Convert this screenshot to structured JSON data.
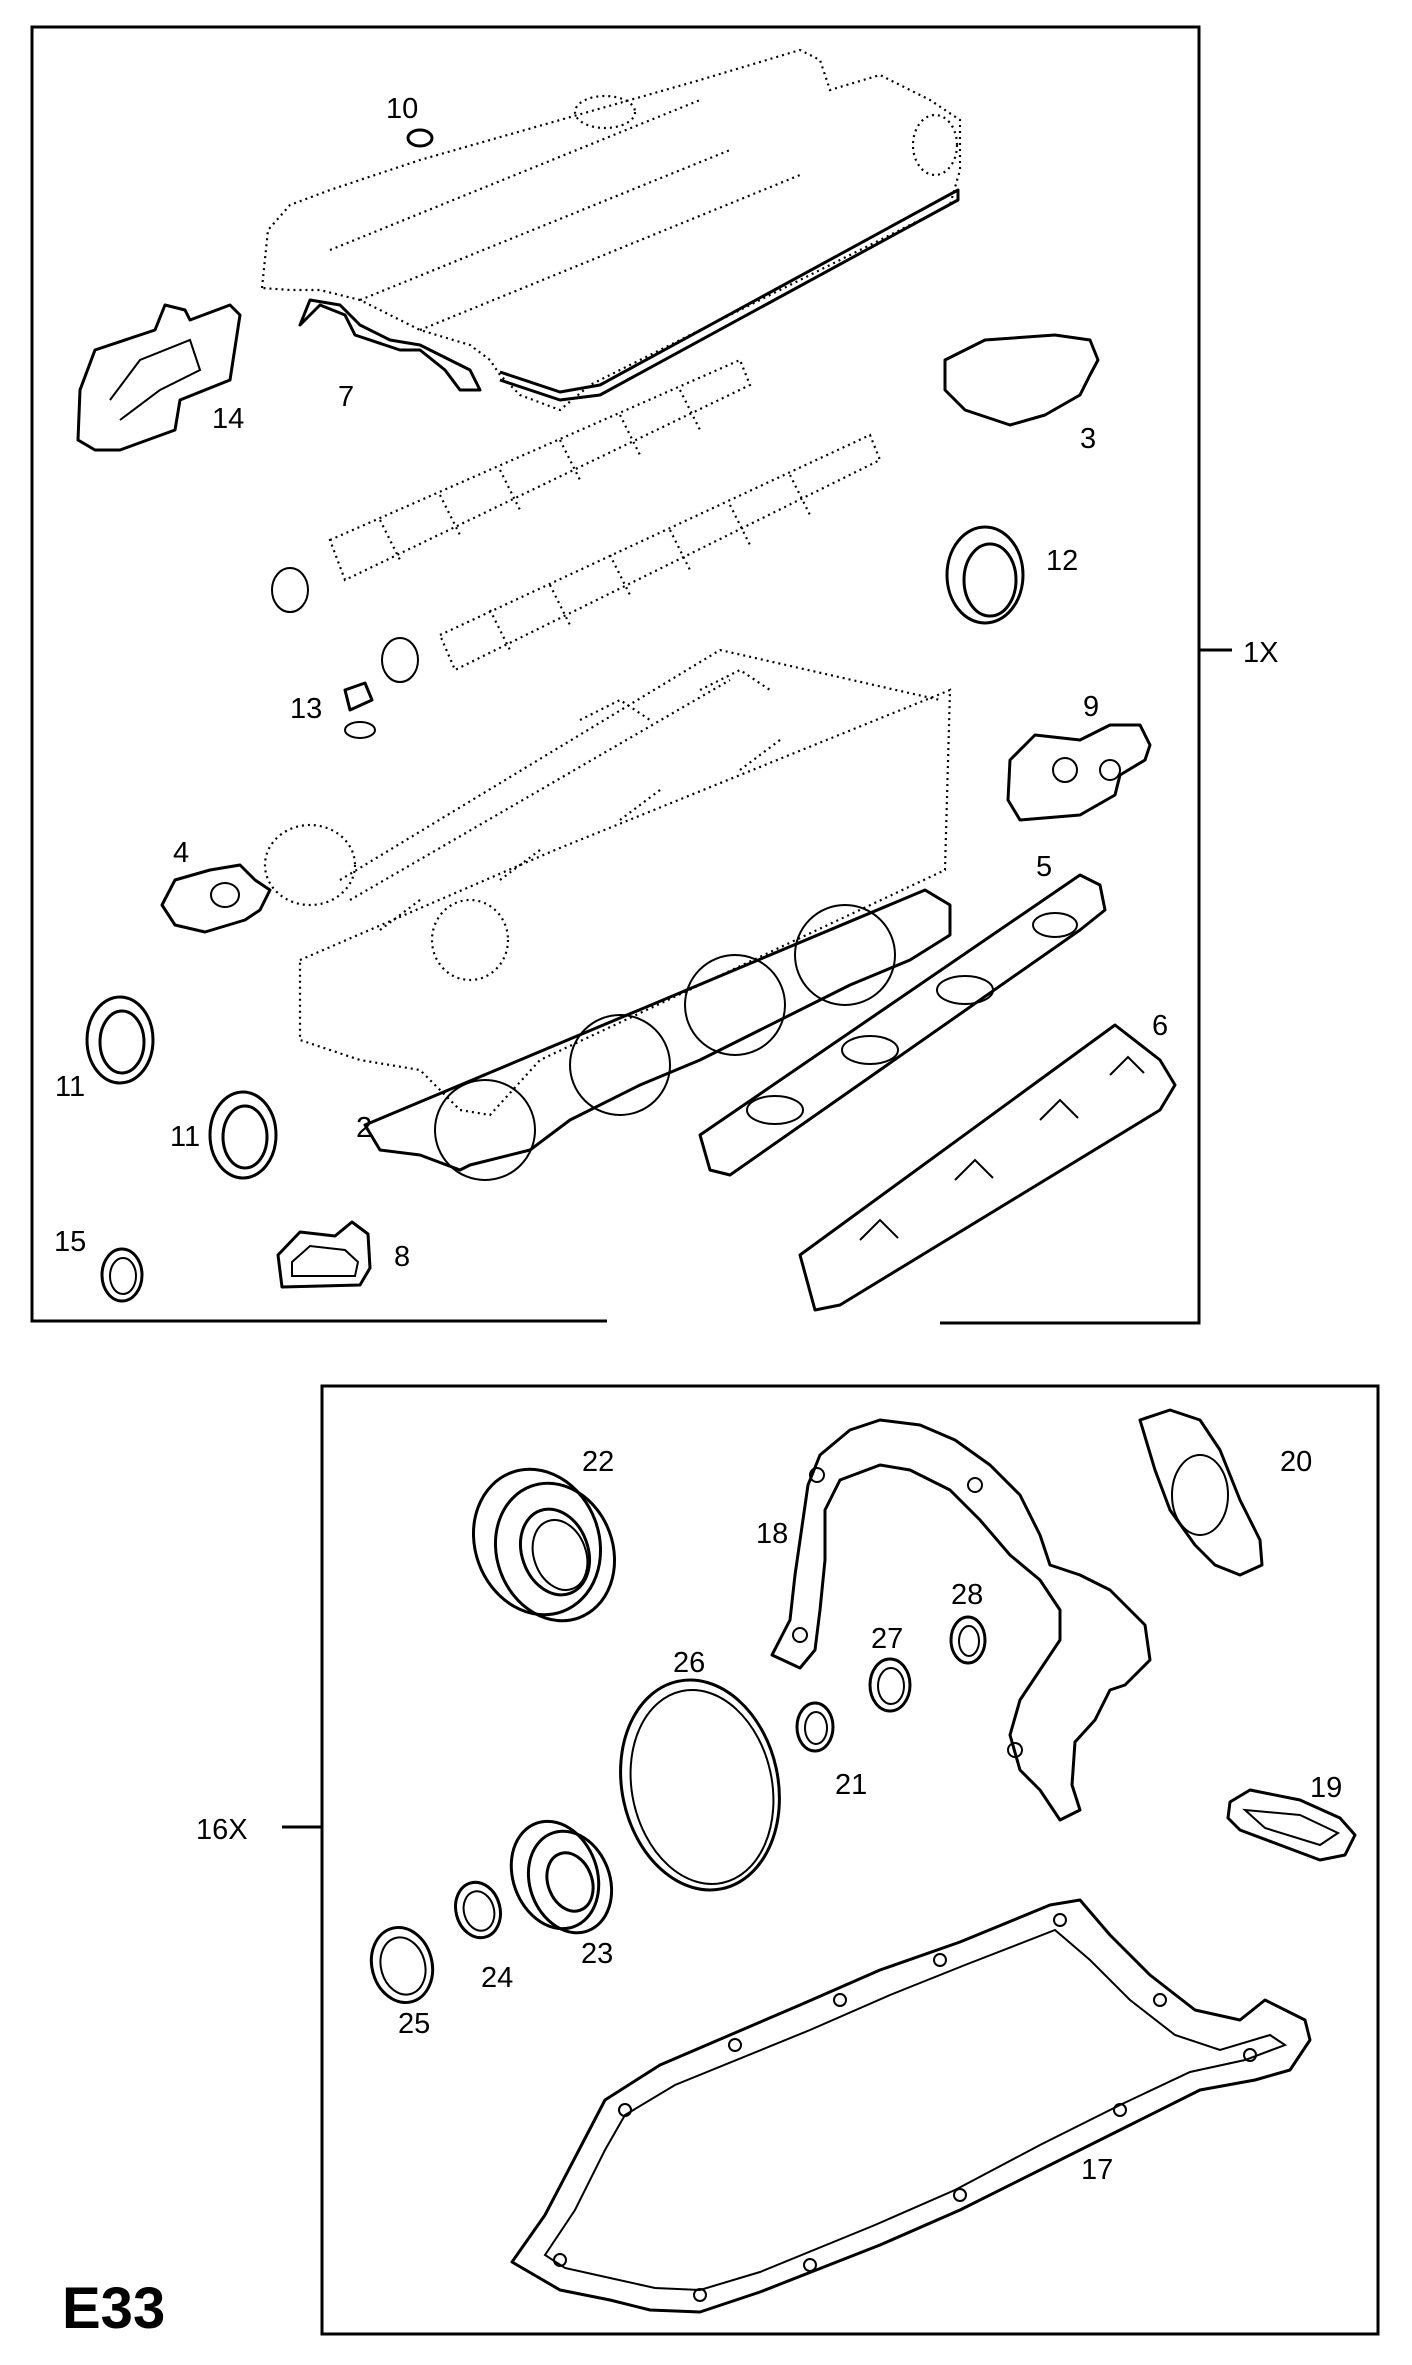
{
  "figure": {
    "code": "E33"
  },
  "upper_kit": {
    "label": "1X",
    "callouts": [
      "10",
      "14",
      "7",
      "3",
      "12",
      "13",
      "9",
      "4",
      "5",
      "6",
      "11",
      "11",
      "2",
      "15",
      "8"
    ]
  },
  "lower_kit": {
    "label": "16X",
    "callouts": [
      "22",
      "18",
      "20",
      "28",
      "27",
      "26",
      "21",
      "19",
      "23",
      "24",
      "25",
      "17"
    ]
  }
}
